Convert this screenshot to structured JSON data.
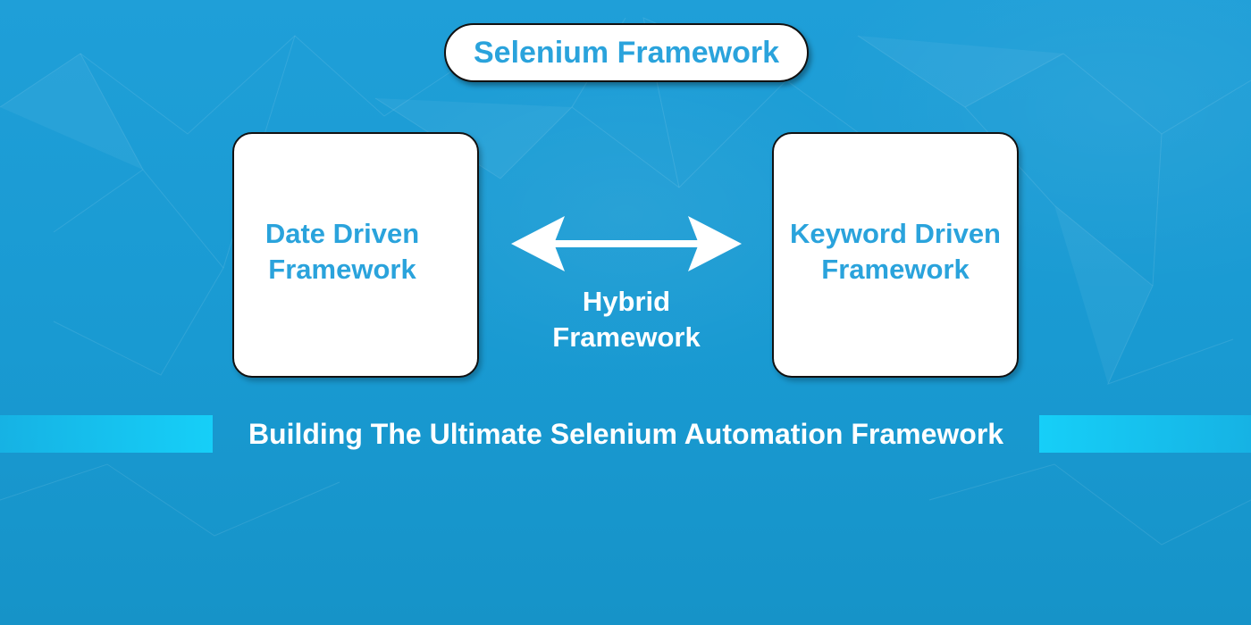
{
  "title": "Selenium Framework",
  "left_box": {
    "line1": "Date Driven",
    "line2": "Framework"
  },
  "right_box": {
    "line1": "Keyword Driven",
    "line2": "Framework"
  },
  "connector": {
    "line1": "Hybrid",
    "line2": "Framework"
  },
  "footer": "Building The Ultimate Selenium Automation Framework",
  "colors": {
    "background": "#1a9bd4",
    "accent_text": "#2aa3dc",
    "band": "#19cdf8",
    "box": "#ffffff"
  },
  "icons": {
    "connector": "double-headed-arrow-icon"
  }
}
